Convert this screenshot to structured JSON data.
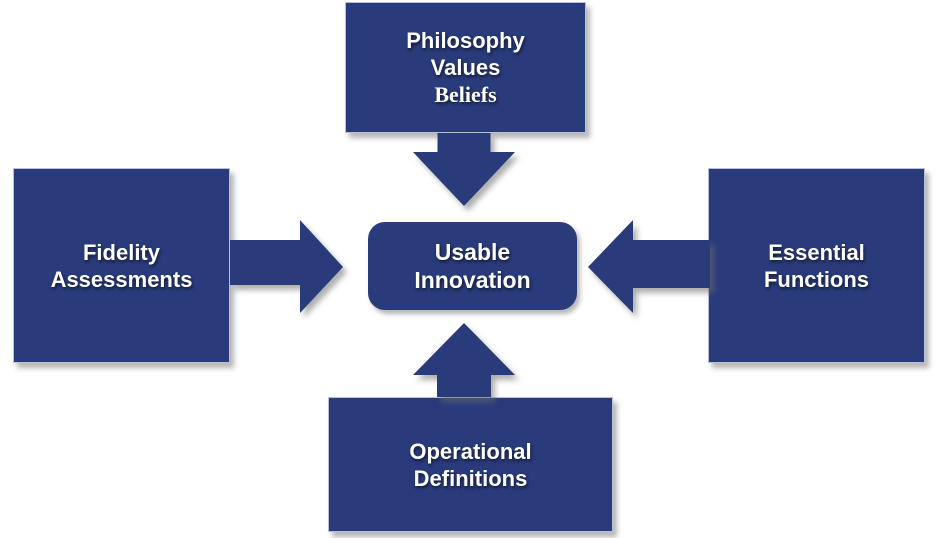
{
  "colors": {
    "box_fill": "#2A3B7C",
    "box_border": "#B9C0D6",
    "text": "#FFFFFF"
  },
  "top_box": {
    "line1": "Philosophy",
    "line2": "Values",
    "line3": "Beliefs"
  },
  "left_box": {
    "line1": "Fidelity",
    "line2": "Assessments"
  },
  "right_box": {
    "line1": "Essential",
    "line2": "Functions"
  },
  "bottom_box": {
    "line1": "Operational",
    "line2": "Definitions"
  },
  "center_box": {
    "line1": "Usable",
    "line2": "Innovation"
  }
}
